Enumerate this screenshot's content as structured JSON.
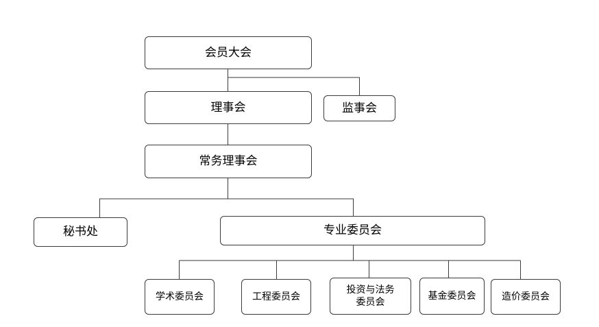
{
  "diagram": {
    "nodes": {
      "assembly": "会员大会",
      "council": "理事会",
      "supervisory": "监事会",
      "standing": "常务理事会",
      "secretariat": "秘书处",
      "specialized": "专业委员会",
      "academic": "学术委员会",
      "engineering": "工程委员会",
      "investment": "投资与法务\n委员会",
      "fund": "基金委员会",
      "cost": "造价委员会"
    },
    "edges": [
      [
        "assembly",
        "council"
      ],
      [
        "assembly",
        "supervisory"
      ],
      [
        "council",
        "standing"
      ],
      [
        "standing",
        "secretariat"
      ],
      [
        "standing",
        "specialized"
      ],
      [
        "specialized",
        "academic"
      ],
      [
        "specialized",
        "engineering"
      ],
      [
        "specialized",
        "investment"
      ],
      [
        "specialized",
        "fund"
      ],
      [
        "specialized",
        "cost"
      ]
    ],
    "colors": {
      "line": "#3a3a3a",
      "box_border": "#3a3a3a",
      "background": "#ffffff"
    }
  }
}
